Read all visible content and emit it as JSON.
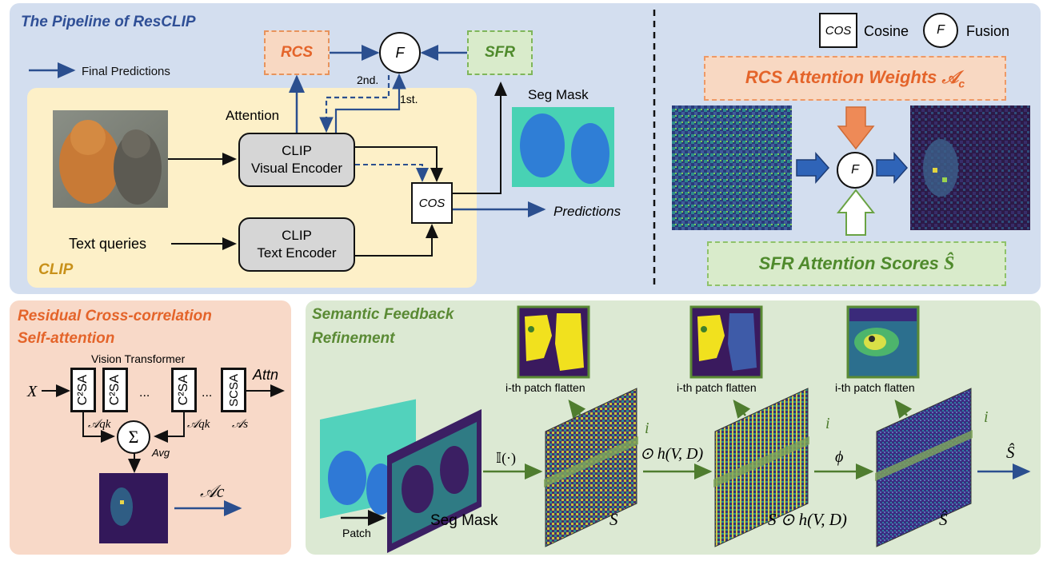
{
  "pipeline": {
    "title": "The Pipeline of ResCLIP",
    "legend_final": "Final Predictions",
    "rcs": "RCS",
    "sfr": "SFR",
    "fusion_symbol": "F",
    "second": "2nd.",
    "first": "1st.",
    "attention": "Attention",
    "seg_mask": "Seg Mask",
    "visual_encoder": [
      "CLIP",
      "Visual Encoder"
    ],
    "text_encoder": [
      "CLIP",
      "Text Encoder"
    ],
    "cos": "COS",
    "predictions": "Predictions",
    "text_queries": "Text queries",
    "clip": "CLIP"
  },
  "fusion_panel": {
    "legend_cos": "COS",
    "legend_cos_text": "Cosine",
    "legend_f": "F",
    "legend_f_text": "Fusion",
    "rcs_weights": "RCS Attention Weights",
    "rcs_symbol": "𝒜",
    "rcs_sub": "c",
    "sfr_scores": "SFR Attention Scores",
    "sfr_symbol": "Ŝ",
    "f": "F"
  },
  "rcs_panel": {
    "title_line1": "Residual Cross-correlation",
    "title_line2": "Self-attention",
    "vit": "Vision Transformer",
    "x": "X",
    "block1": "C²SA",
    "block2": "C²SA",
    "block3": "C²SA",
    "dots": "...",
    "dots2": "...",
    "block_last": "SCSA",
    "attn": "Attn",
    "aqk1": "𝒜qk",
    "aqk2": "𝒜qk",
    "as": "𝒜s",
    "sigma": "Σ",
    "avg": "Avg",
    "ac": "𝒜c"
  },
  "sfr_panel": {
    "title_line1": "Semantic Feedback",
    "title_line2": "Refinement",
    "flatten1": "i-th patch flatten",
    "flatten2": "i-th patch flatten",
    "flatten3": "i-th patch flatten",
    "indicator": "𝕀(·)",
    "odot_h": "⊙ h(V, D)",
    "phi": "ϕ",
    "s_label": "S",
    "s_odot_label": "S ⊙ h(V, D)",
    "s_hat_label": "Ŝ",
    "s_hat_out": "Ŝ",
    "i1": "i",
    "i2": "i",
    "i3": "i",
    "seg_mask": "Seg Mask",
    "patch": "Patch"
  },
  "colors": {
    "top_bg": "#d3deef",
    "clip_bg": "#fdf0c8",
    "rcs_bg": "#f8d9c8",
    "sfr_bg": "#dce9d3",
    "blue_title": "#2f4f96",
    "orange": "#e77b3c",
    "green": "#5a8a34",
    "clip_text": "#c8911a",
    "arrow_blue": "#2b4f8f"
  }
}
